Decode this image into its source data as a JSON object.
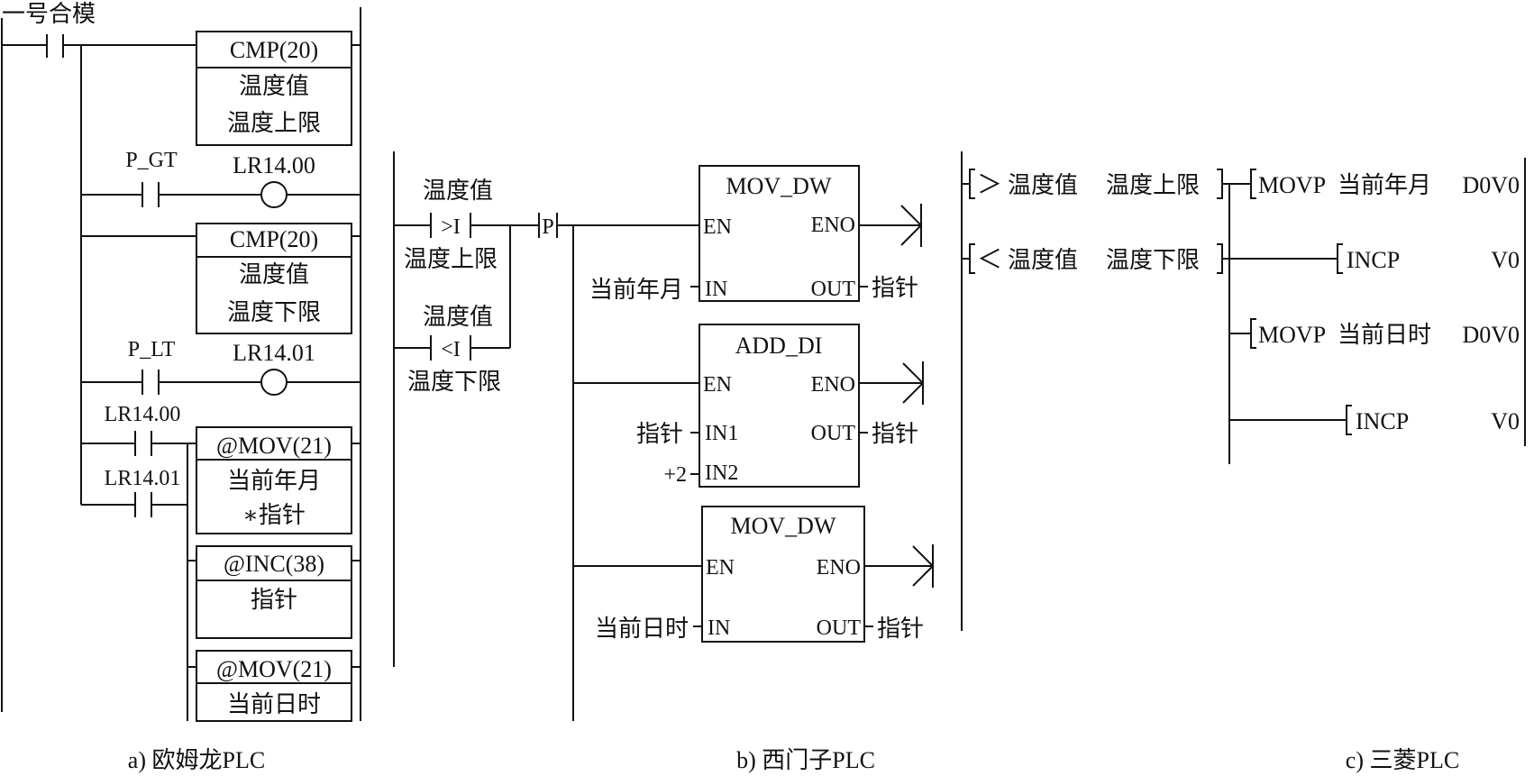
{
  "omron": {
    "caption": "a) 欧姆龙PLC",
    "input_label": "一号合模",
    "cmp1": {
      "title": "CMP(20)",
      "op1": "温度值",
      "op2": "温度上限"
    },
    "p_gt_label": "P_GT",
    "coil1_label": "LR14.00",
    "cmp2": {
      "title": "CMP(20)",
      "op1": "温度值",
      "op2": "温度下限"
    },
    "p_lt_label": "P_LT",
    "coil2_label": "LR14.01",
    "contact3_label": "LR14.00",
    "contact4_label": "LR14.01",
    "mov1": {
      "title": "@MOV(21)",
      "op1": "当前年月",
      "op2": "∗指针"
    },
    "inc": {
      "title": "@INC(38)",
      "op1": "指针"
    },
    "mov2": {
      "title": "@MOV(21)",
      "op1": "当前日时"
    }
  },
  "siemens": {
    "caption": "b) 西门子PLC",
    "cmp_upper": {
      "top": "温度值",
      "op": ">I",
      "bottom": "温度上限"
    },
    "cmp_lower": {
      "top": "温度值",
      "op": "<I",
      "bottom": "温度下限"
    },
    "edge_label": "P",
    "mov1": {
      "title": "MOV_DW",
      "en": "EN",
      "eno": "ENO",
      "in": "IN",
      "out": "OUT",
      "in_value": "当前年月",
      "out_value": "指针"
    },
    "add": {
      "title": "ADD_DI",
      "en": "EN",
      "eno": "ENO",
      "in1": "IN1",
      "in2": "IN2",
      "out": "OUT",
      "in1_value": "指针",
      "in2_value": "+2",
      "out_value": "指针"
    },
    "mov2": {
      "title": "MOV_DW",
      "en": "EN",
      "eno": "ENO",
      "in": "IN",
      "out": "OUT",
      "in_value": "当前日时",
      "out_value": "指针"
    }
  },
  "mitsubishi": {
    "caption": "c) 三菱PLC",
    "cmp1": {
      "op": "＞",
      "a": "温度值",
      "b": "温度上限"
    },
    "cmp2": {
      "op": "＜",
      "a": "温度值",
      "b": "温度下限"
    },
    "instr1": {
      "mnemonic": "MOVP",
      "source": "当前年月",
      "dest": "D0V0"
    },
    "instr2": {
      "mnemonic": "INCP",
      "dest": "V0"
    },
    "instr3": {
      "mnemonic": "MOVP",
      "source": "当前日时",
      "dest": "D0V0"
    },
    "instr4": {
      "mnemonic": "INCP",
      "dest": "V0"
    }
  }
}
